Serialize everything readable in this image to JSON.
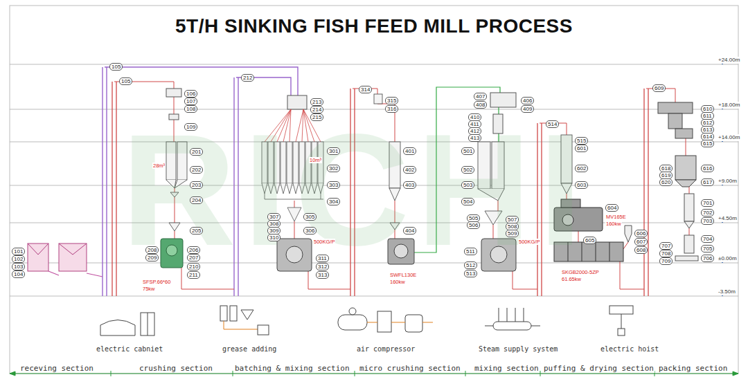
{
  "diagram": {
    "title": "5T/H SINKING FISH FEED MILL PROCESS",
    "labels": [
      "RICHI",
      "101",
      "102",
      "103",
      "104",
      "105",
      "105",
      "106",
      "107",
      "108",
      "109",
      "201",
      "202",
      "203",
      "204",
      "205",
      "206",
      "207",
      "208",
      "209",
      "210",
      "211",
      "212",
      "213",
      "214",
      "215",
      "301",
      "302",
      "303",
      "304",
      "305",
      "306",
      "307",
      "308",
      "309",
      "310",
      "311",
      "312",
      "313",
      "314",
      "315",
      "316",
      "401",
      "402",
      "403",
      "404",
      "406",
      "407",
      "408",
      "409",
      "410",
      "411",
      "412",
      "413",
      "501",
      "502",
      "503",
      "504",
      "505",
      "506",
      "507",
      "508",
      "509",
      "511",
      "512",
      "513",
      "514",
      "515",
      "601",
      "602",
      "603",
      "604",
      "605",
      "606",
      "607",
      "608",
      "609",
      "610",
      "611",
      "612",
      "613",
      "614",
      "615",
      "616",
      "617",
      "618",
      "619",
      "620",
      "701",
      "702",
      "703",
      "704",
      "705",
      "706",
      "707",
      "708",
      "709",
      "+24.00m",
      "+18.00m",
      "+14.00m",
      "+9.00m",
      "+4.50m",
      "±0.00m",
      "-3.50m",
      "28m³",
      "10m³",
      "SFSP.66*60",
      "75kw",
      "500KG/P",
      "SWFL130E",
      "160kw",
      "500KG/P",
      "MV165E",
      "160kw",
      "SKGB2000-5ZP",
      "61.65kw",
      "electric cabniet",
      "grease adding",
      "air compressor",
      "Steam supply system",
      "electric hoist",
      "receving section",
      "crushing section",
      "batching & mixing section",
      "micro crushing section",
      "mixing section",
      "puffing & drying section",
      "packing section"
    ]
  }
}
